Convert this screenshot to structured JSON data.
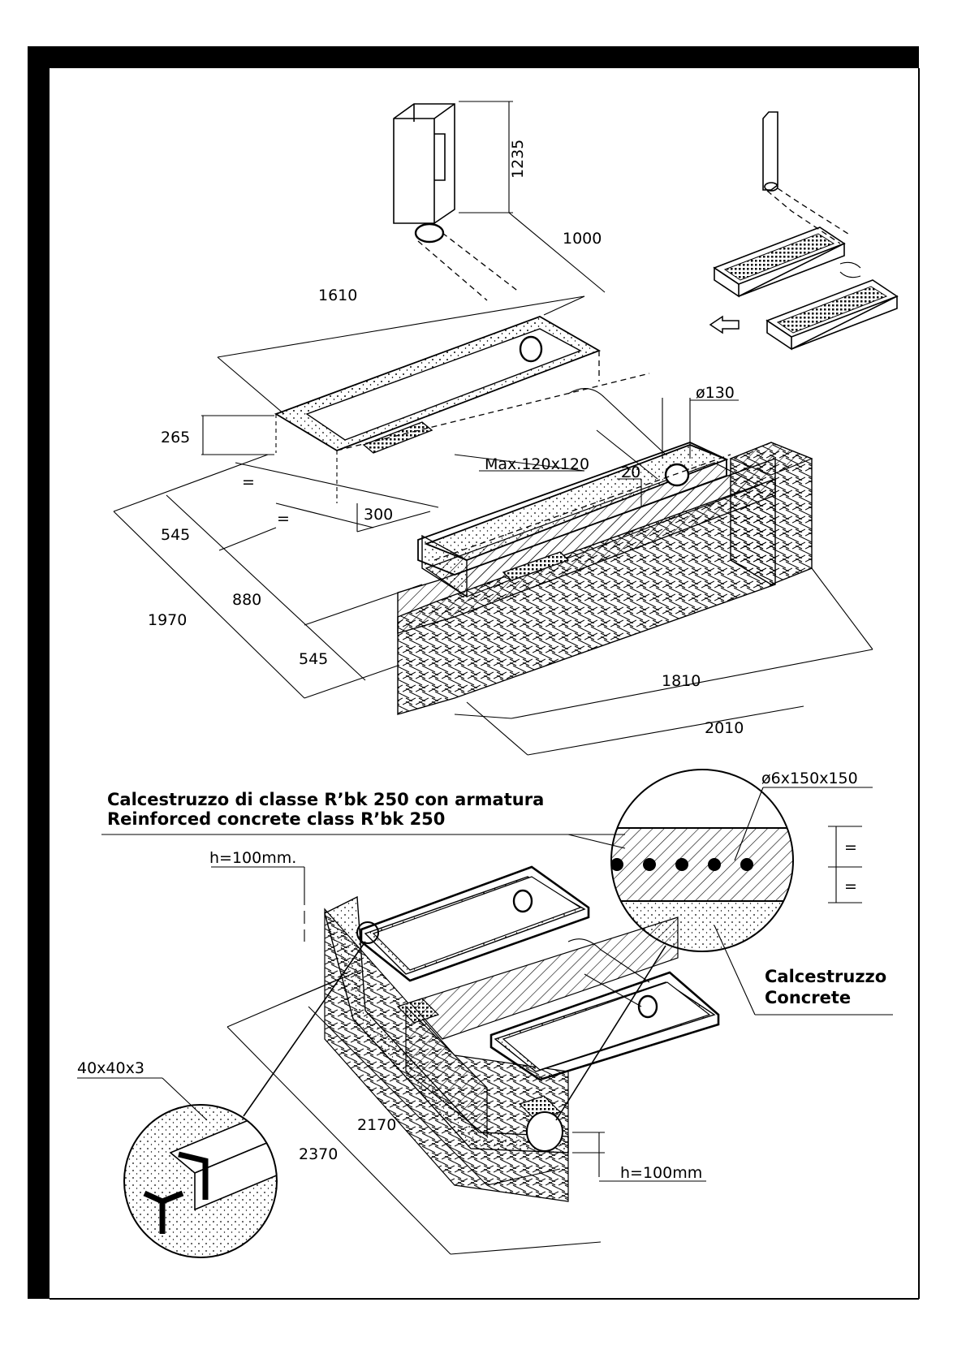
{
  "dimensions": {
    "d1235": "1235",
    "d1000": "1000",
    "d1610": "1610",
    "d265": "265",
    "d130": "ø130",
    "dMax": "Max.120x120",
    "d20": "20",
    "d300": "300",
    "eq1": "=",
    "eq2": "=",
    "d545a": "545",
    "d880": "880",
    "d1970": "1970",
    "d545b": "545",
    "d1810": "1810",
    "d2010": "2010",
    "h100a": "h=100mm.",
    "rebar": "ø6x150x150",
    "eq3": "=",
    "eq4": "=",
    "angle": "40x40x3",
    "d2170": "2170",
    "d2370": "2370",
    "h100b": "h=100mm"
  },
  "labels": {
    "rc_it": "Calcestruzzo di classe R’bk 250 con armatura",
    "rc_en": "Reinforced concrete class R’bk 250",
    "conc_it": "Calcestruzzo",
    "conc_en": "Concrete"
  }
}
